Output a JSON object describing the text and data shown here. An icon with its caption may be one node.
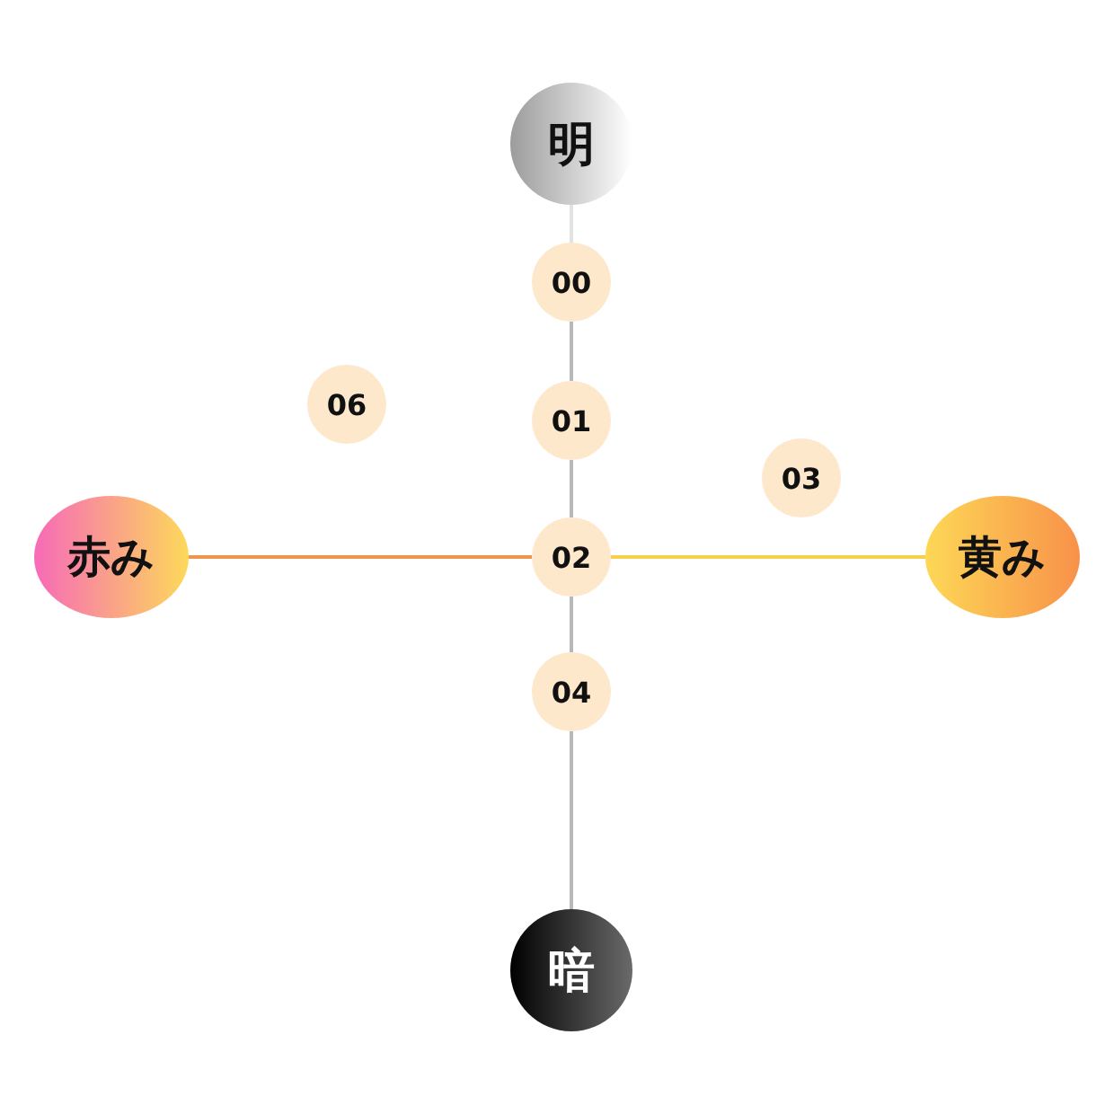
{
  "diagram": {
    "nodes": [
      {
        "text": [
          "明"
        ]
      },
      {
        "text": [
          "00"
        ]
      },
      {
        "text": [
          "06"
        ]
      },
      {
        "text": [
          "01"
        ]
      },
      {
        "text": [
          "03"
        ]
      },
      {
        "text": [
          "赤み"
        ]
      },
      {
        "text": [
          "02"
        ]
      },
      {
        "text": [
          "黄み"
        ]
      },
      {
        "text": [
          "04"
        ]
      },
      {
        "text": [
          "暗"
        ]
      }
    ],
    "edges": [
      {
        "from": 0,
        "to": 1,
        "arrow": "none",
        "color": "#e2e2e2"
      },
      {
        "from": 1,
        "to": 3,
        "arrow": "none"
      },
      {
        "from": 3,
        "to": 6,
        "arrow": "none"
      },
      {
        "from": 5,
        "to": 6,
        "arrow": "none",
        "color": "#f0954a"
      },
      {
        "from": 6,
        "to": 7,
        "arrow": "none",
        "color": "#f5d04a"
      },
      {
        "from": 6,
        "to": 8,
        "arrow": "none"
      },
      {
        "from": 8,
        "to": 9,
        "arrow": "none"
      }
    ]
  }
}
